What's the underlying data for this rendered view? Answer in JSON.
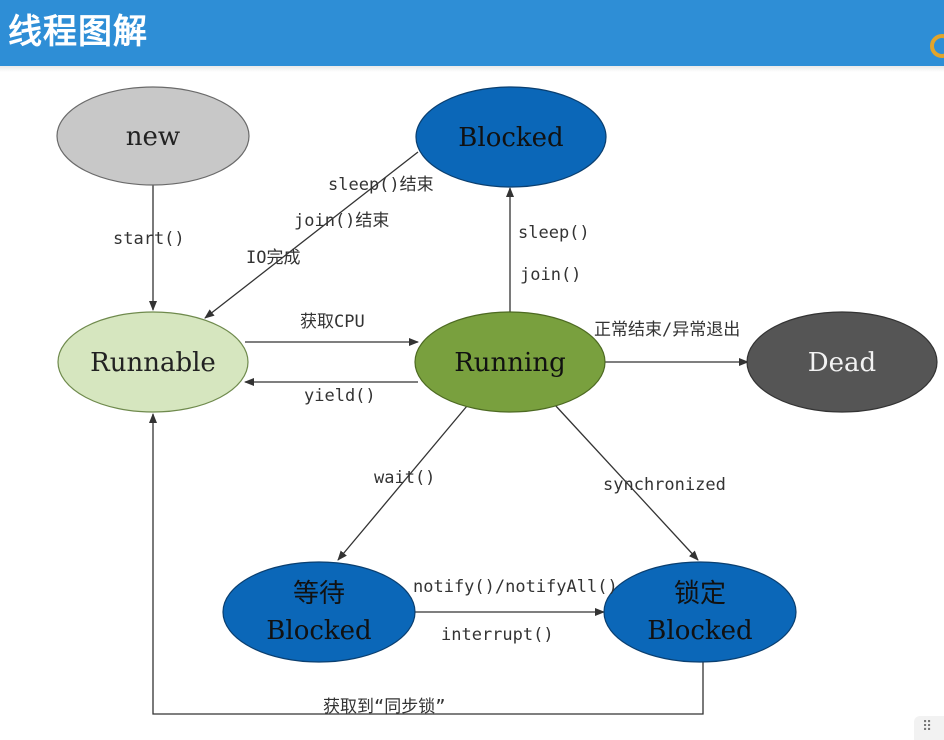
{
  "header": {
    "title": "线程图解"
  },
  "colors": {
    "header_bg": "#2e8ed6",
    "state_new": "#c8c8c8",
    "state_runnable": "#d6e6bf",
    "state_running": "#79a03e",
    "state_blocked": "#0b67b8",
    "state_dead": "#555555",
    "edge": "#333333"
  },
  "diagram": {
    "nodes": {
      "new": "new",
      "blocked_top": "Blocked",
      "runnable": "Runnable",
      "running": "Running",
      "dead": "Dead",
      "waiting_line1": "等待",
      "waiting_line2": "Blocked",
      "locked_line1": "锁定",
      "locked_line2": "Blocked"
    },
    "edges": {
      "start": "start()",
      "sleep_end": "sleep()结束",
      "join_end": "join()结束",
      "io_done": "IO完成",
      "get_cpu": "获取CPU",
      "yield": "yield()",
      "sleep": "sleep()",
      "join": "join()",
      "normal_exit": "正常结束/异常退出",
      "wait": "wait()",
      "synchronized": "synchronized",
      "notify": "notify()/notifyAll()",
      "interrupt": "interrupt()",
      "get_lock": "获取到“同步锁”"
    }
  },
  "corner_widget": {
    "icon": "grip-icon",
    "glyph": "⠿"
  }
}
